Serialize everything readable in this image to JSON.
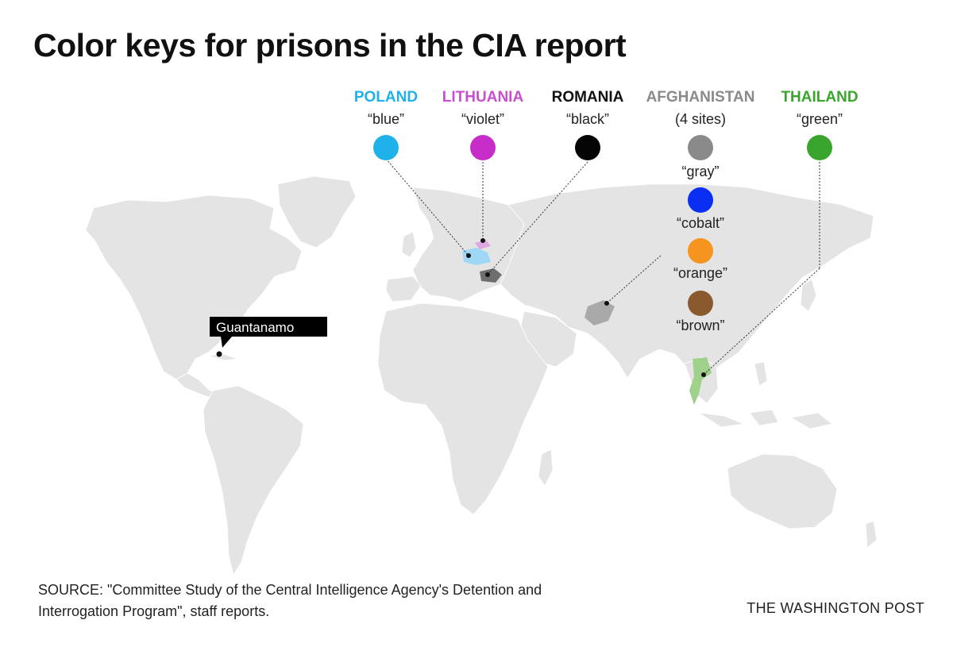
{
  "title": "Color keys for prisons in the CIA report",
  "sites": [
    {
      "country": "POLAND",
      "code": "“blue”",
      "color": "#1fb1ea",
      "name_color": "#1fb1ea"
    },
    {
      "country": "LITHUANIA",
      "code": "“violet”",
      "color": "#c72ec9",
      "name_color": "#c74fd0"
    },
    {
      "country": "ROMANIA",
      "code": "“black”",
      "color": "#050505",
      "name_color": "#111111"
    },
    {
      "country": "AFGHANISTAN",
      "subtitle": "(4 sites)",
      "name_color": "#8a8a8a",
      "sub_sites": [
        {
          "code": "“gray”",
          "color": "#8a8a8a"
        },
        {
          "code": "“cobalt”",
          "color": "#0a2ff2"
        },
        {
          "code": "“orange”",
          "color": "#f5941f"
        },
        {
          "code": "“brown”",
          "color": "#8a5a2e"
        }
      ]
    },
    {
      "country": "THAILAND",
      "code": "“green”",
      "color": "#3aa52e",
      "name_color": "#3aa52e"
    }
  ],
  "callout": {
    "label": "Guantanamo"
  },
  "colors": {
    "land": "#e4e4e4",
    "poland_highlight": "#9fd8f5",
    "lithuania_highlight": "#e0a6e4",
    "romania_highlight": "#6e6e6e",
    "afghanistan_highlight": "#a9a9a9",
    "thailand_highlight": "#9fd18a"
  },
  "source_text": "SOURCE: \"Committee Study of the Central Intelligence Agency's Detention and Interrogation Program\", staff reports.",
  "credit": "THE WASHINGTON POST"
}
